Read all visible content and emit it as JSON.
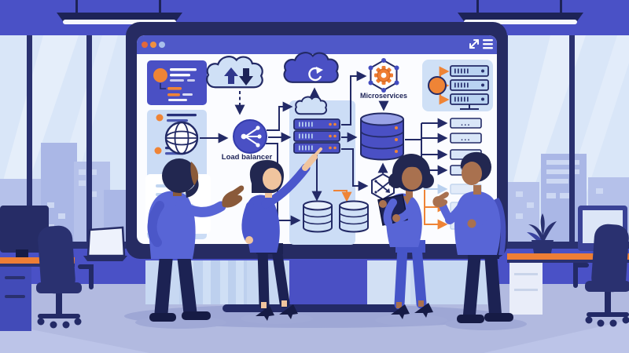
{
  "title": "Team reviewing cloud microservices architecture on a wall display",
  "palette": {
    "wall": "#4a51c6",
    "floor": "#b2bae0",
    "screen_frame": "#262b62",
    "browser_bar": "#4f58c8",
    "canvas_white": "#fbfcff",
    "panel_blue": "#ccddf6",
    "primary_purple": "#4a50c4",
    "accent_orange": "#ef8436",
    "line_navy": "#232a66",
    "light_blue": "#cfe0f6",
    "glass": "#d9e6f8",
    "skyline": "#b5c1ea",
    "clothing_periwinkle": "#5865d6",
    "pants_navy": "#1c2253"
  },
  "screen": {
    "chrome": {
      "dot_colors": [
        "#e2683a",
        "#f09040",
        "#a9c0ec"
      ],
      "expand_icon": "expand-diagonal",
      "menu_icon": "hamburger-menu"
    },
    "diagram": {
      "load_balancer_label": "Load balancer",
      "microservices_label": "Microservices",
      "row_dots": "...",
      "nodes": [
        "globe",
        "cloud-upload-download",
        "cloud-sync",
        "load-balancer",
        "server-stack",
        "database-cylinder",
        "microservices-gear-hexagon",
        "routing-hexagon",
        "server-rack-trio",
        "cache-databases",
        "service-rows"
      ]
    },
    "sidebar": {
      "cards": [
        "profile-card",
        "list-panel",
        "notes-card"
      ]
    }
  },
  "office": {
    "fixtures": [
      "ceiling-light-left",
      "ceiling-light-right"
    ],
    "left_desk": [
      "monitor-back",
      "laptop",
      "office-chair"
    ],
    "right_desk": [
      "monitor",
      "potted-plant",
      "office-chair"
    ],
    "people": [
      "man-presenting-left",
      "woman-pointing-center",
      "woman-holding-tablet",
      "man-gesturing-right"
    ]
  }
}
